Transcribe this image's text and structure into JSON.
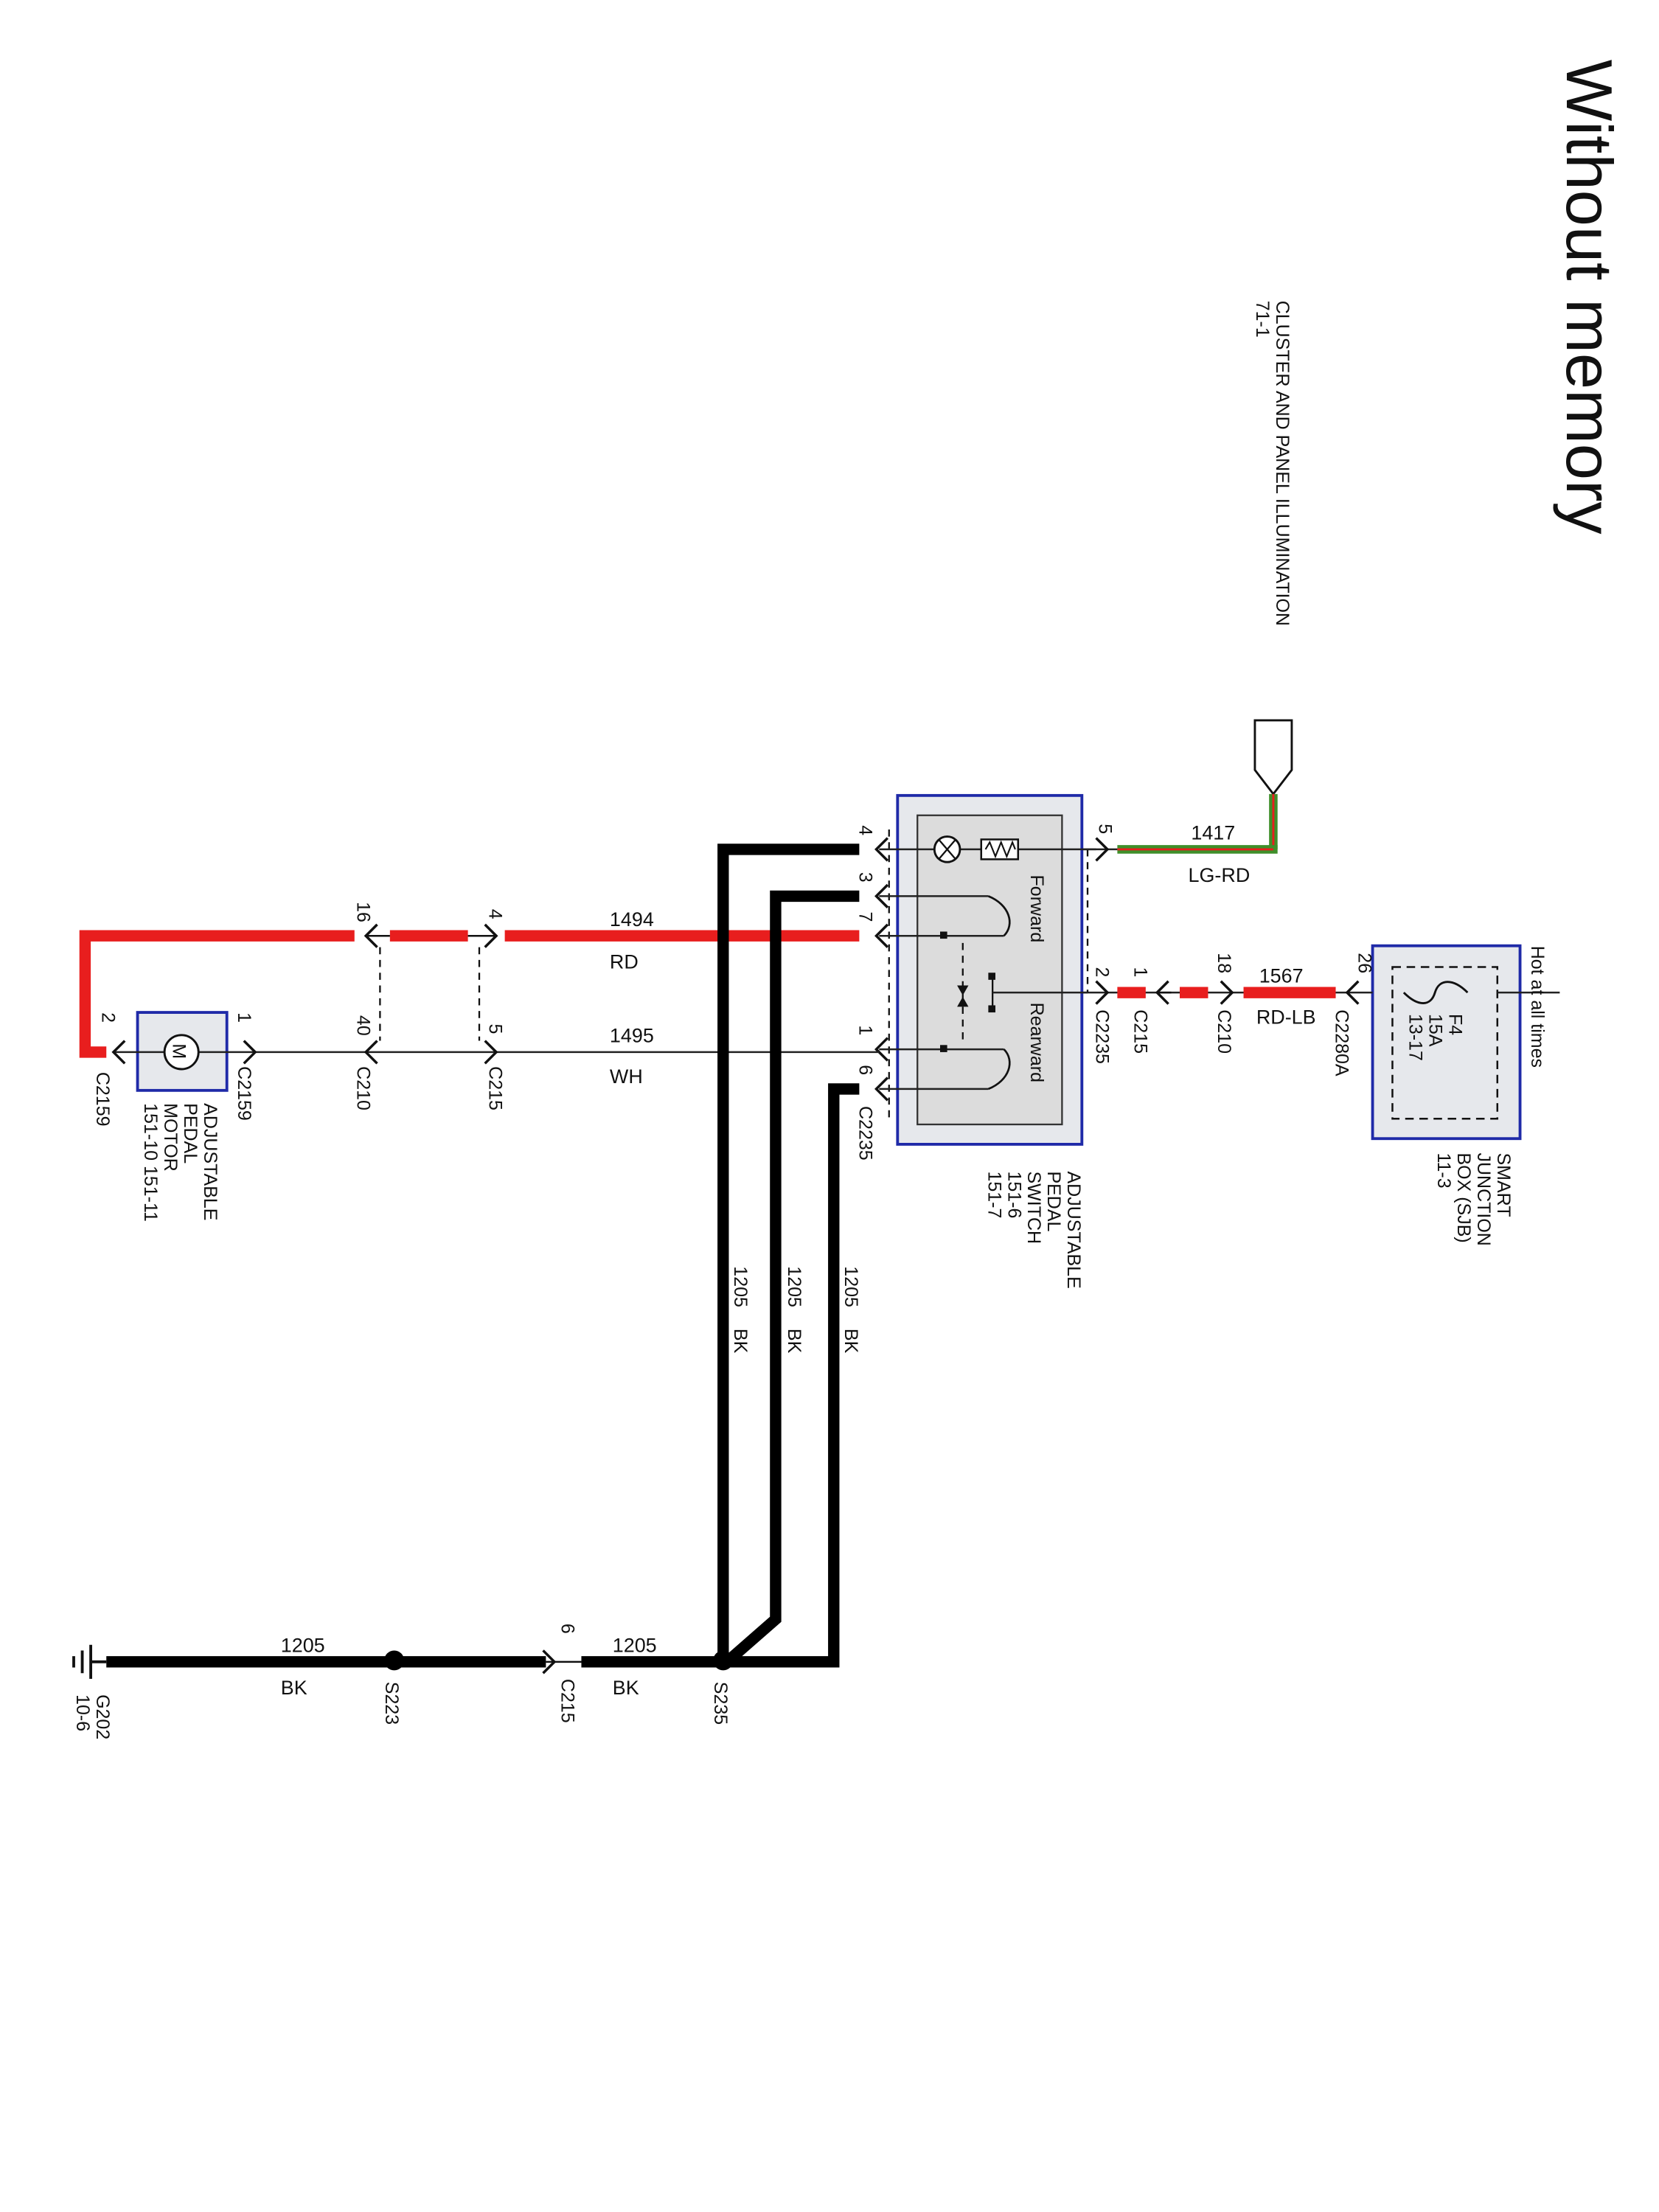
{
  "title": "Without memory",
  "colors": {
    "wire_black": "#000000",
    "wire_red": "#e81e1e",
    "wire_green": "#3f8f2a",
    "wire_thin": "#222222",
    "component_border": "#1f2aa8",
    "component_fill": "#e6e8ec",
    "inner_fill": "#dcdcdc"
  },
  "cluster": {
    "name": "CLUSTER AND PANEL ILLUMINATION",
    "ref": "71-1"
  },
  "sjb": {
    "hot_label": "Hot at all times",
    "fuse_name": "F4",
    "fuse_rating": "15A",
    "fuse_ref": "13-17",
    "name_lines": [
      "SMART",
      "JUNCTION",
      "BOX (SJB)",
      "11-3"
    ],
    "connector": "C2280A",
    "pin": "26"
  },
  "switch": {
    "name_lines": [
      "ADJUSTABLE",
      "PEDAL",
      "SWITCH",
      "151-6",
      "151-7"
    ],
    "forward": "Forward",
    "rearward": "Rearward",
    "connector": "C2235",
    "pins": {
      "p4": "4",
      "p3": "3",
      "p7": "7",
      "p5": "5",
      "p2": "2",
      "p1": "1",
      "p6": "6"
    }
  },
  "motor": {
    "symbol": "M",
    "name_lines": [
      "ADJUSTABLE",
      "PEDAL",
      "MOTOR",
      "151-10  151-11"
    ],
    "connector_a": "C2159",
    "connector_b": "C2159",
    "pin_left": "2",
    "pin_right": "1"
  },
  "wires": {
    "w1417": {
      "circuit": "1417",
      "color": "LG-RD"
    },
    "w1567": {
      "circuit": "1567",
      "color": "RD-LB"
    },
    "w1494": {
      "circuit": "1494",
      "color": "RD"
    },
    "w1495": {
      "circuit": "1495",
      "color": "WH"
    },
    "w1205": {
      "circuit": "1205",
      "color": "BK"
    }
  },
  "connectors": {
    "c215_top": {
      "name": "C215",
      "pin": "1"
    },
    "c210_top": {
      "name": "C210",
      "pin": "18"
    },
    "c210_left_red_pin": "16",
    "c210_left_wh": {
      "name": "C210",
      "pin": "40"
    },
    "c215_left_red_pin": "4",
    "c215_left_wh": {
      "name": "C215",
      "pin": "5"
    },
    "c215_ground": {
      "name": "C215",
      "pin": "6"
    }
  },
  "splices": {
    "s235": "S235",
    "s223": "S223"
  },
  "ground": {
    "name": "G202",
    "ref": "10-6"
  }
}
